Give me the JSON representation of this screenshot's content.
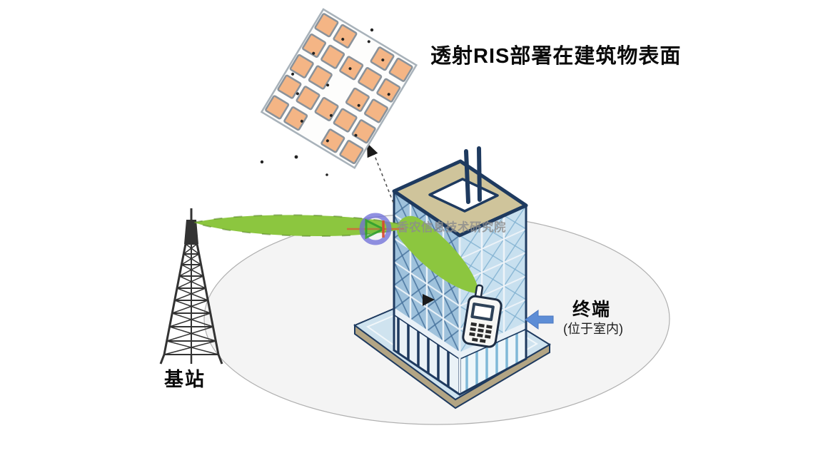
{
  "title": "透射RIS部署在建筑物表面",
  "base_station": {
    "label": "基站"
  },
  "terminal": {
    "label": "终端",
    "sublabel": "(位于室内)"
  },
  "watermark": {
    "text": "香农信息技术研究院"
  },
  "ris_panel": {
    "rows": 5,
    "cols": 5,
    "skipped_cells": [
      [
        0,
        2
      ],
      [
        2,
        2
      ],
      [
        4,
        2
      ]
    ],
    "element_fill": "#f4b585",
    "element_border": "#8a929a",
    "board_fill": "#fdfdfc",
    "board_border": "#a8b2ba"
  },
  "colors": {
    "beam_green": "#8cc63f",
    "beam_edge": "#4f7d1f",
    "building_navy": "#1e3a5f",
    "glass_left": "#9fc2dc",
    "glass_right": "#c8e0ef",
    "glass_brace_left": "#46719c",
    "glass_brace_right": "#7fb0d0",
    "pilotis_left_col": "#1e3a5f",
    "pilotis_right_col": "#7fb8d8",
    "roof_tan": "#cfc49b",
    "platform_top": "#cfe3ef",
    "platform_skirt": "#b3a584",
    "arrow_blue": "#5d8dd6",
    "ground_fill": "#f4f4f4",
    "ground_stroke": "#b0b0b0",
    "tower": "#333333",
    "watermark_ring": "#6f6fd8",
    "watermark_red": "#d8452f",
    "watermark_green": "#2f9e2f"
  }
}
